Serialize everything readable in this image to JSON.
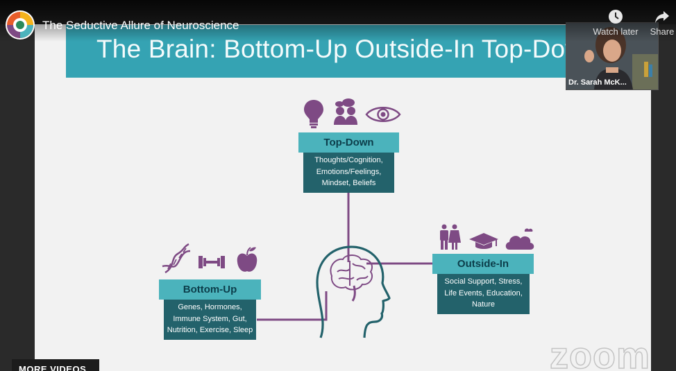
{
  "youtube": {
    "video_title": "The Seductive Allure of Neuroscience",
    "watch_later_label": "Watch later",
    "share_label": "Share",
    "more_videos_label": "MORE VIDEOS"
  },
  "webcam": {
    "participant_name": "Dr. Sarah McK..."
  },
  "slide": {
    "title": "The Brain: Bottom-Up Outside-In Top-Down",
    "top_down": {
      "heading": "Top-Down",
      "lines": [
        "Thoughts/Cognition,",
        "Emotions/Feelings,",
        "Mindset, Beliefs"
      ],
      "icons": [
        "lightbulb-icon",
        "people-talking-icon",
        "eye-icon"
      ]
    },
    "bottom_up": {
      "heading": "Bottom-Up",
      "lines": [
        "Genes, Hormones,",
        "Immune System, Gut,",
        "Nutrition, Exercise, Sleep"
      ],
      "icons": [
        "dna-icon",
        "dumbbell-icon",
        "apple-icon"
      ]
    },
    "outside_in": {
      "heading": "Outside-In",
      "lines": [
        "Social Support, Stress,",
        "Life Events, Education,",
        "Nature"
      ],
      "icons": [
        "couple-icon",
        "graduation-cap-icon",
        "cloud-icon"
      ]
    }
  },
  "zoom_watermark": "zoom",
  "colors": {
    "title_band": "#35a3b3",
    "box_heading": "#4bb3bc",
    "box_body": "#23626b",
    "icon_purple": "#7e4a84",
    "brain_outline": "#23626b"
  }
}
